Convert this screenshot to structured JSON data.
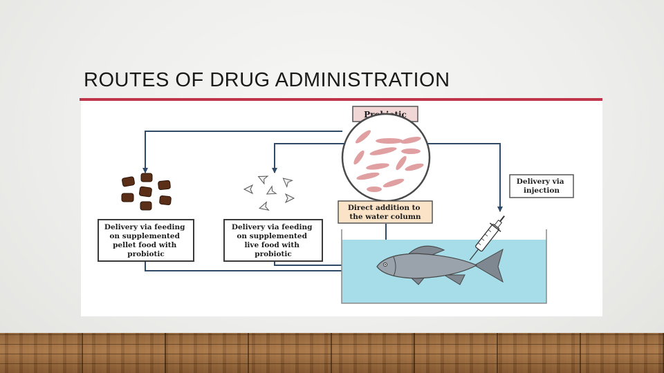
{
  "slide": {
    "title": "ROUTES OF DRUG ADMINISTRATION"
  },
  "diagram": {
    "probiotic_label": "Probiotic",
    "pellet_box": [
      "Delivery via feeding",
      "on supplemented",
      "pellet food with",
      "probiotic"
    ],
    "live_box": [
      "Delivery via feeding",
      "on supplemented",
      "live food with",
      "probiotic"
    ],
    "water_box": [
      "Direct addition to",
      "the water column"
    ],
    "injection_box": [
      "Delivery via",
      "injection"
    ]
  },
  "colors": {
    "title_rule": "#c0354a",
    "arrow": "#2f4a66",
    "water": "#a6dde9",
    "bacteria": "#e0a0a2",
    "pellet": "#5a2e17",
    "probiotic_box": "#f1d6d6",
    "water_box": "#fbe3c7",
    "fish": "#9aa3ab"
  }
}
